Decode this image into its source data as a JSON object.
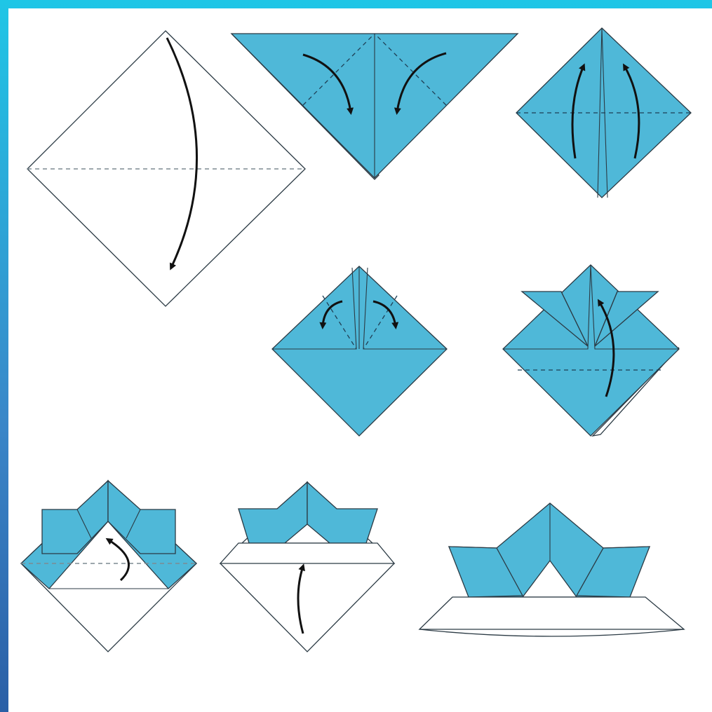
{
  "colors": {
    "paper_blue": "#4fb8d8",
    "paper_white": "#ffffff",
    "line": "#2b3a44",
    "dash": "#7d8a92",
    "arrow": "#111111",
    "frame_top": "#1fc6e6",
    "frame_bottom": "#2a5fa6"
  },
  "steps": [
    {
      "id": "step-1",
      "description": ""
    },
    {
      "id": "step-2",
      "description": ""
    },
    {
      "id": "step-3",
      "description": ""
    },
    {
      "id": "step-4",
      "description": ""
    },
    {
      "id": "step-5",
      "description": ""
    },
    {
      "id": "step-6",
      "description": ""
    },
    {
      "id": "step-7",
      "description": ""
    },
    {
      "id": "step-8",
      "description": ""
    }
  ]
}
